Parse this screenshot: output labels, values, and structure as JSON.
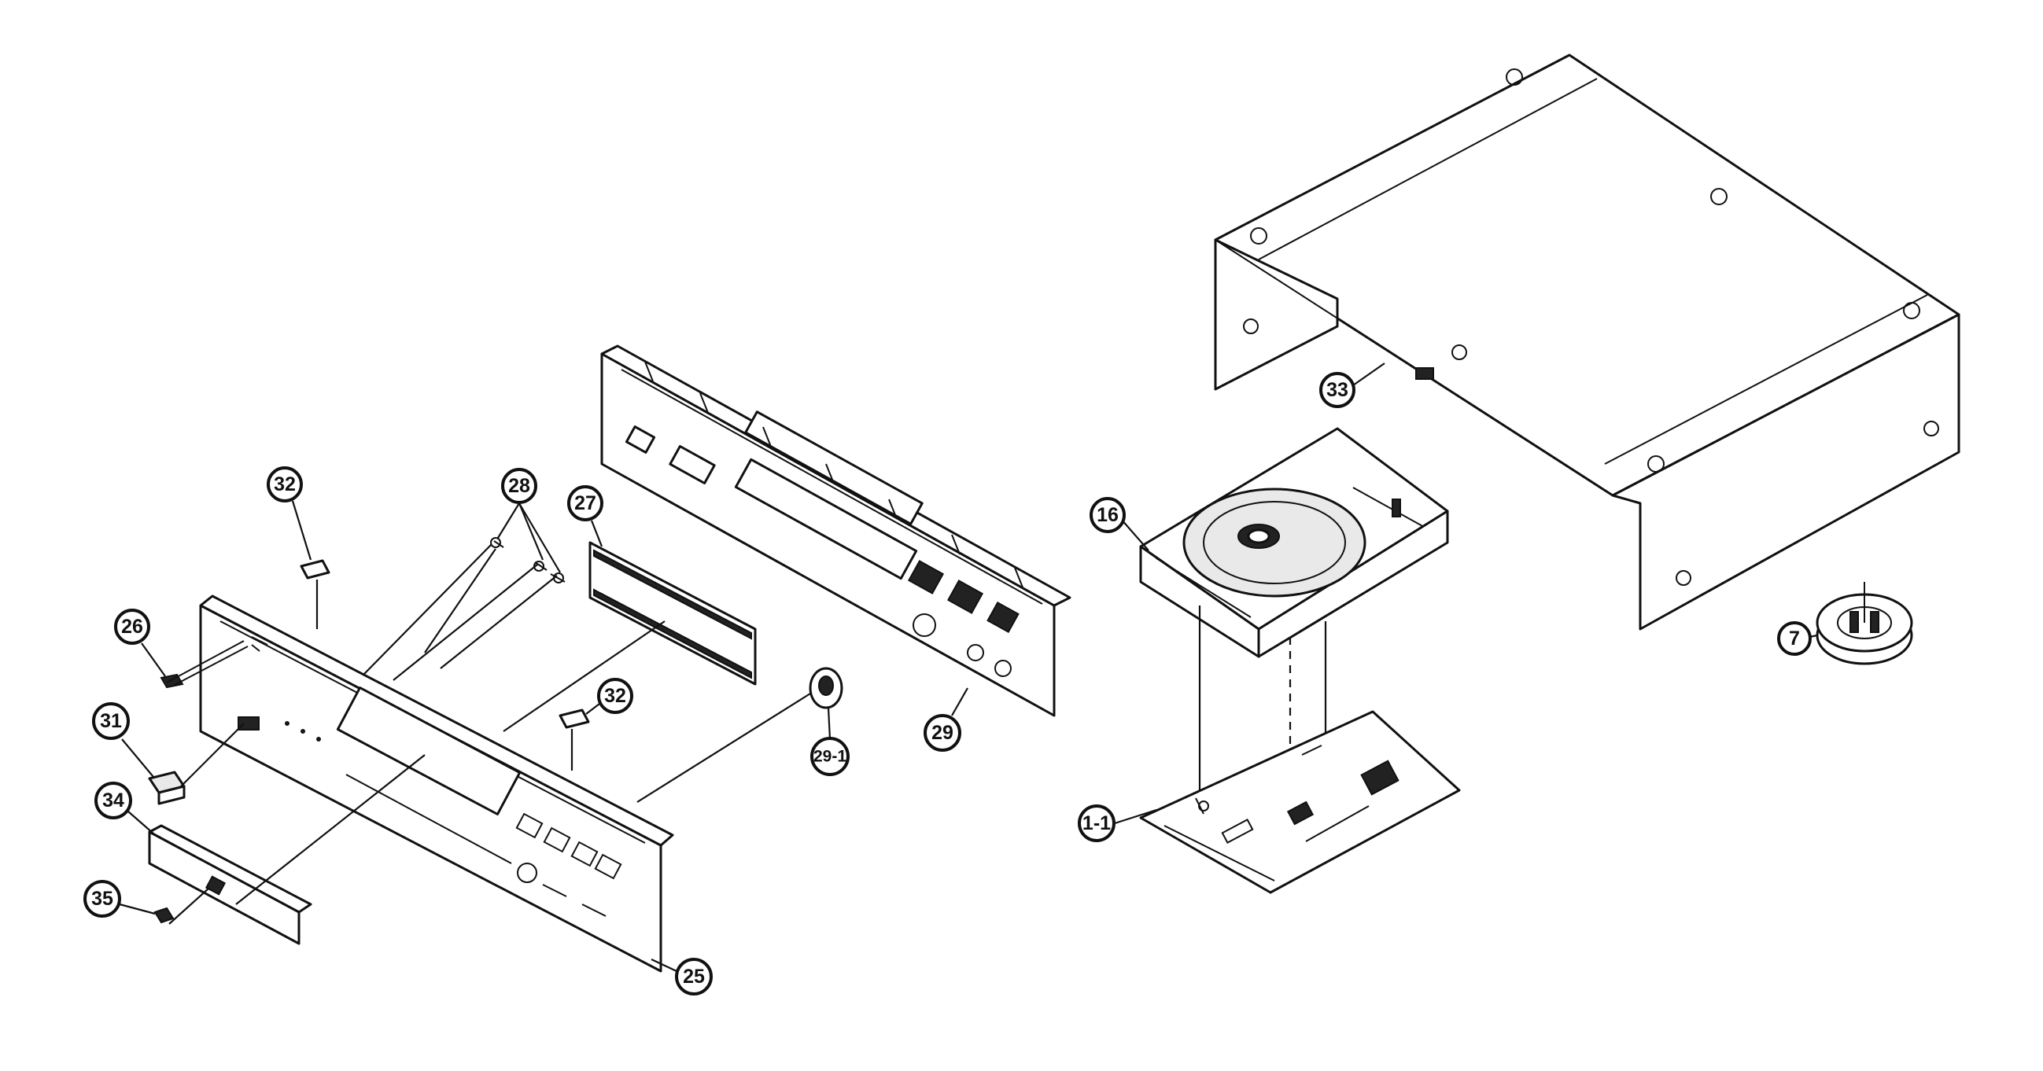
{
  "diagram": {
    "callouts": {
      "c33": "33",
      "c16": "16",
      "c7": "7",
      "c1_1": "1-1",
      "c29": "29",
      "c29_1": "29-1",
      "c27": "27",
      "c28": "28",
      "c32a": "32",
      "c32b": "32",
      "c26": "26",
      "c31": "31",
      "c34": "34",
      "c35": "35",
      "c25": "25"
    }
  }
}
